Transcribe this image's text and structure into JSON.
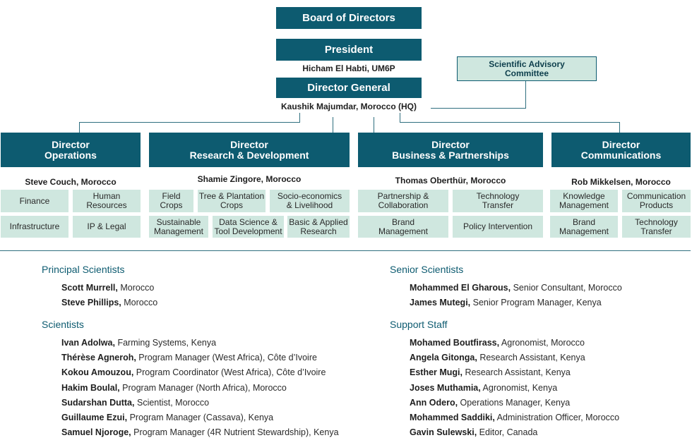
{
  "top": {
    "board": "Board of Directors",
    "president": "President",
    "president_name": "Hicham El Habti, UM6P",
    "dg": "Director General",
    "dg_name": "Kaushik Majumdar, Morocco (HQ)",
    "advisory": "Scientific Advisory\nCommittee"
  },
  "directors": [
    {
      "title": "Director\nOperations",
      "name": "Steve Couch, Morocco",
      "units": [
        "Finance",
        "Human\nResources",
        "Infrastructure",
        "IP & Legal"
      ]
    },
    {
      "title": "Director\nResearch & Development",
      "name": "Shamie Zingore, Morocco",
      "units": [
        "Field\nCrops",
        "Tree & Plantation\nCrops",
        "Socio-economics\n& Livelihood",
        "Sustainable\nManagement",
        "Data Science &\nTool Development",
        "Basic & Applied\nResearch"
      ]
    },
    {
      "title": "Director\nBusiness & Partnerships",
      "name": "Thomas  Oberthür, Morocco",
      "units": [
        "Partnership &\nCollaboration",
        "Technology\nTransfer",
        "Brand\nManagement",
        "Policy Intervention"
      ]
    },
    {
      "title": "Director\nCommunications",
      "name": "Rob Mikkelsen, Morocco",
      "units": [
        "Knowledge\nManagement",
        "Communication\nProducts",
        "Brand\nManagement",
        "Technology\nTransfer"
      ]
    }
  ],
  "staff": {
    "principal": {
      "title": "Principal Scientists",
      "people": [
        {
          "name": "Scott Murrell,",
          "detail": " Morocco"
        },
        {
          "name": "Steve Phillips,",
          "detail": "Morocco"
        }
      ]
    },
    "scientists": {
      "title": "Scientists",
      "people": [
        {
          "name": "Ivan Adolwa,",
          "detail": "Farming Systems, Kenya"
        },
        {
          "name": "Thérèse Agneroh,",
          "detail": "Program Manager (West Africa), Côte d’Ivoire"
        },
        {
          "name": "Kokou Amouzou,",
          "detail": "Program Coordinator (West Africa), Côte d’Ivoire"
        },
        {
          "name": "Hakim Boulal,",
          "detail": "Program Manager (North Africa), Morocco"
        },
        {
          "name": "Sudarshan Dutta,",
          "detail": "Scientist, Morocco"
        },
        {
          "name": "Guillaume Ezui,",
          "detail": "Program Manager (Cassava), Kenya"
        },
        {
          "name": "Samuel Njoroge,",
          "detail": "Program Manager (4R Nutrient Stewardship), Kenya"
        }
      ]
    },
    "senior": {
      "title": "Senior Scientists",
      "people": [
        {
          "name": "Mohammed El Gharous,",
          "detail": "Senior Consultant, Morocco"
        },
        {
          "name": "James Mutegi,",
          "detail": "Senior Program Manager, Kenya"
        }
      ]
    },
    "support": {
      "title": "Support Staff",
      "people": [
        {
          "name": "Mohamed Boutfirass,",
          "detail": "Agronomist, Morocco"
        },
        {
          "name": "Angela Gitonga,",
          "detail": "Research Assistant, Kenya"
        },
        {
          "name": "Esther Mugi,",
          "detail": "Research Assistant, Kenya"
        },
        {
          "name": "Joses Muthamia,",
          "detail": "Agronomist, Kenya"
        },
        {
          "name": "Ann Odero,",
          "detail": "Operations Manager, Kenya"
        },
        {
          "name": "Mohammed Saddiki,",
          "detail": "Administration Officer, Morocco"
        },
        {
          "name": "Gavin Sulewski,",
          "detail": "Editor, Canada"
        }
      ]
    }
  }
}
